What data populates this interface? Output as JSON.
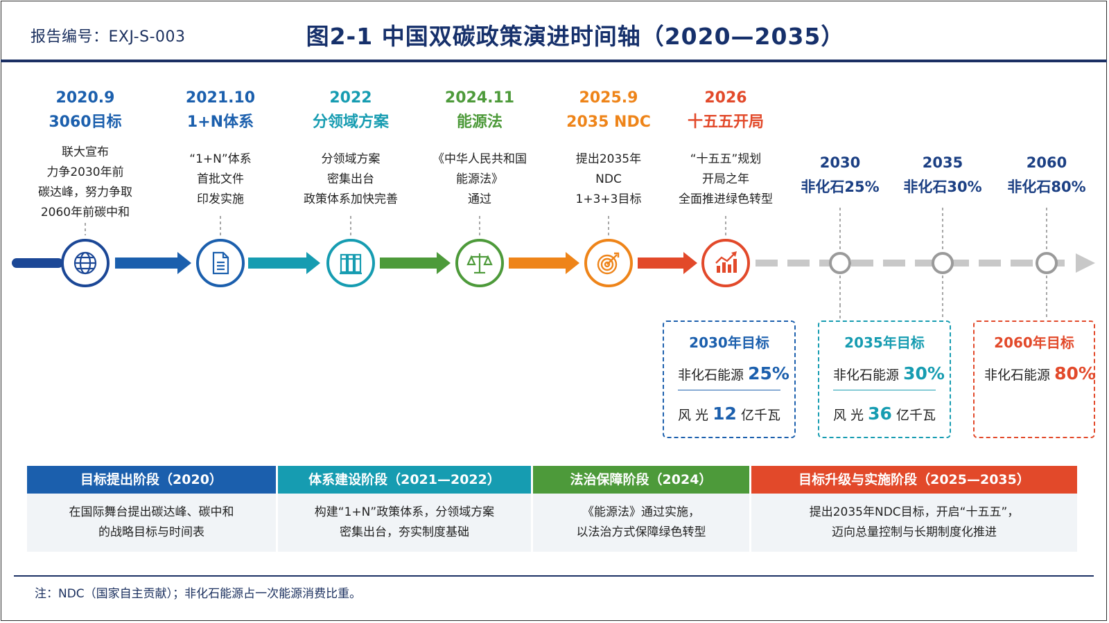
{
  "header": {
    "report_id": "报告编号：EXJ-S-003",
    "title": "图2-1  中国双碳政策演进时间轴（2020—2035）"
  },
  "milestones": [
    {
      "date": "2020.9",
      "name": "3060目标",
      "color": "#1b5fad",
      "icon": "globe-icon",
      "desc": [
        "联大宣布",
        "力争2030年前",
        "碳达峰，努力争取",
        "2060年前碳中和"
      ]
    },
    {
      "date": "2021.10",
      "name": "1+N体系",
      "color": "#1b5fad",
      "icon": "document-icon",
      "desc": [
        "“1+N”体系",
        "首批文件",
        "印发实施"
      ]
    },
    {
      "date": "2022",
      "name": "分领域方案",
      "color": "#169cb1",
      "icon": "books-icon",
      "desc": [
        "分领域方案",
        "密集出台",
        "政策体系加快完善"
      ]
    },
    {
      "date": "2024.11",
      "name": "能源法",
      "color": "#4d9a3a",
      "icon": "scales-icon",
      "desc": [
        "《中华人民共和国",
        "能源法》",
        "通过"
      ]
    },
    {
      "date": "2025.9",
      "name": "2035 NDC",
      "color": "#ee8419",
      "icon": "target-icon",
      "desc": [
        "提出2035年",
        "NDC",
        "1+3+3目标"
      ]
    },
    {
      "date": "2026",
      "name": "十五五开局",
      "color": "#e2492a",
      "icon": "growth-chart-icon",
      "desc": [
        "“十五五”规划",
        "开局之年",
        "全面推进绿色转型"
      ]
    }
  ],
  "long_term": [
    {
      "year": "2030",
      "label": "非化石25%"
    },
    {
      "year": "2035",
      "label": "非化石30%"
    },
    {
      "year": "2060",
      "label": "非化石80%"
    }
  ],
  "targets": [
    {
      "title": "2030年目标",
      "color": "#1b5fad",
      "line1_label": "非化石能源",
      "line1_value": "25%",
      "line2_prefix": "风 光",
      "line2_value": "12",
      "line2_unit": "亿千瓦"
    },
    {
      "title": "2035年目标",
      "color": "#169cb1",
      "line1_label": "非化石能源",
      "line1_value": "30%",
      "line2_prefix": "风 光",
      "line2_value": "36",
      "line2_unit": "亿千瓦"
    },
    {
      "title": "2060年目标",
      "color": "#e2492a",
      "line1_label": "非化石能源",
      "line1_value": "80%"
    }
  ],
  "phases": [
    {
      "title": "目标提出阶段（2020）",
      "color": "#1b5fad",
      "lines": [
        "在国际舞台提出碳达峰、碳中和",
        "的战略目标与时间表"
      ]
    },
    {
      "title": "体系建设阶段（2021—2022）",
      "color": "#169cb1",
      "lines": [
        "构建“1+N”政策体系，分领域方案",
        "密集出台，夯实制度基础"
      ]
    },
    {
      "title": "法治保障阶段（2024）",
      "color": "#4d9a3a",
      "lines": [
        "《能源法》通过实施，",
        "以法治方式保障绿色转型"
      ]
    },
    {
      "title": "目标升级与实施阶段（2025—2035）",
      "color": "#e2492a",
      "lines": [
        "提出2035年NDC目标，开启“十五五”，",
        "迈向总量控制与长期制度化推进"
      ]
    }
  ],
  "footnote": "注：NDC（国家自主贡献）；非化石能源占一次能源消费比重。"
}
